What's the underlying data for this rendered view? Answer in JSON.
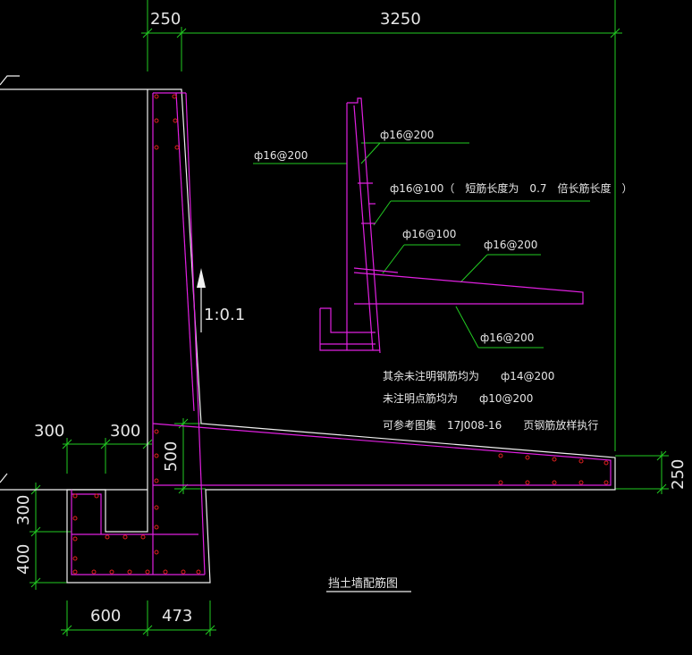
{
  "dimensions": {
    "top_left": "250",
    "top_right": "3250",
    "left_300_a": "300",
    "left_300_b": "300",
    "wall_500": "500",
    "heel_250": "250",
    "vertical_300": "300",
    "vertical_400": "400",
    "bottom_600": "600",
    "bottom_473": "473"
  },
  "slope_label": "1:0.1",
  "rebar_labels": {
    "stem_outer": "ф16@200",
    "stem_inner": "ф16@200",
    "stem_short": "ф16@100（　短筋长度为　0.7　倍长筋长度　）",
    "heel_top_a": "ф16@100",
    "heel_top_b": "ф16@200",
    "heel_bottom": "ф16@200"
  },
  "notes": {
    "line1": "其余未注明钢筋均为　　ф14@200",
    "line2": "未注明点筋均为　　ф10@200",
    "line3": "可参考图集　17J008-16　　页钢筋放样执行"
  },
  "drawing_title": "挡土墙配筋图",
  "colors": {
    "background": "#000000",
    "dimension_lines": "#22cc22",
    "outline": "#f0f0f0",
    "rebar": "#e020e0",
    "rebar_dots": "#e02020"
  }
}
